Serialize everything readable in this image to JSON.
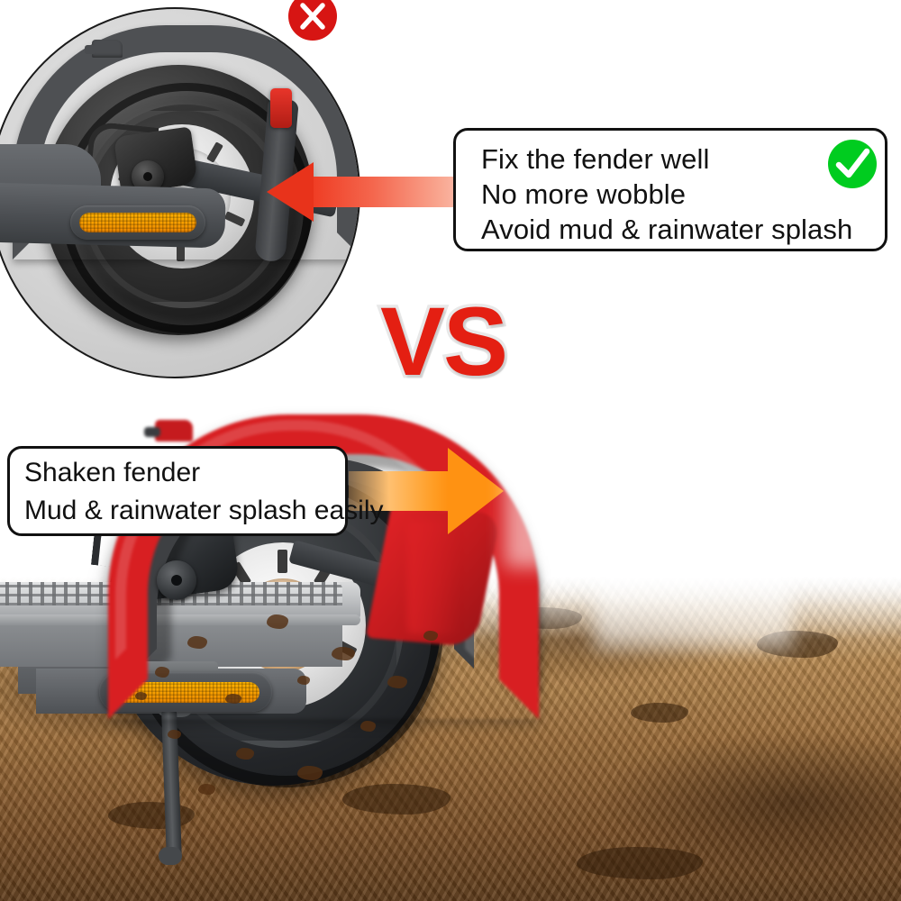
{
  "product": {
    "subject": "electric-scooter-rear-fender-comparison",
    "headline_comparator": "VS"
  },
  "good_callout": {
    "lines": [
      "Fix the fender well",
      "No more wobble",
      "Avoid mud & rainwater splash"
    ],
    "badge": {
      "type": "check",
      "icon_name": "green-check-icon",
      "color": "#00cc1f",
      "mark_color": "#ffffff"
    },
    "box": {
      "background": "#ffffff",
      "border_color": "#111111"
    }
  },
  "bad_callout": {
    "lines": [
      "Shaken fender",
      "Mud & rainwater splash easily"
    ],
    "badge": {
      "type": "x",
      "icon_name": "red-x-icon",
      "label": "X",
      "color": "#d71513",
      "mark_color": "#ffffff"
    },
    "box": {
      "background": "#ffffff",
      "border_color": "#111111"
    }
  },
  "vs_label": {
    "text": "VS",
    "fill_color": "#e41f12",
    "outline_color": "#e8e8e8"
  },
  "arrows": {
    "good_arrow": {
      "icon_name": "left-arrow-icon",
      "direction": "left",
      "color": "#e8331b"
    },
    "bad_arrow": {
      "icon_name": "right-arrow-icon",
      "direction": "right",
      "color": "#ff9212"
    }
  },
  "inset_photo": {
    "name": "good-fender-closeup",
    "shape": "circle",
    "background_color": "#d2d2d2",
    "parts": {
      "fender_color": "#4e5053",
      "tyre_color": "#232528",
      "reflector_color": "#ffb300",
      "brake_disc_color": "#e6e6e6",
      "tail_light_color": "#e8352a"
    }
  },
  "main_photo": {
    "name": "shaken-red-fender-scooter",
    "fender_color": "#d81f22",
    "fender_state": "blurred-shaking",
    "ground": {
      "name": "muddy-ground",
      "colors": [
        "#d9bb92",
        "#b8894f",
        "#9a6a36",
        "#5d3a19"
      ]
    },
    "parts": {
      "deck_color": "#c2c4c6",
      "tyre_color": "#232528",
      "reflector_color": "#ffb300",
      "brake_disc_color": "#e6e6e6",
      "kickstand_color": "#4f5255",
      "mud_splash_color": "#543012"
    }
  }
}
